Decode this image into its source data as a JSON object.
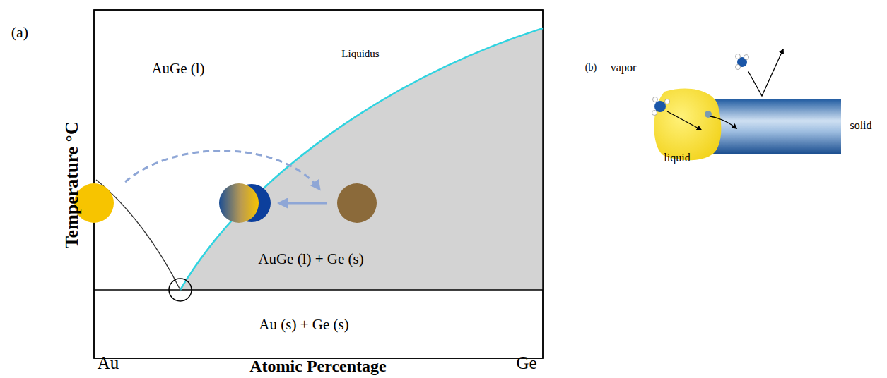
{
  "diagram": {
    "labels": [
      "(a)",
      "Liquidus",
      "AuGe (l)",
      "AuGe (l) + Ge (s)",
      "Au (s) + Ge (s)",
      "Temperature °C",
      "Au",
      "Atomic Percentage",
      "Ge",
      "(b)",
      "vapor",
      "liquid",
      "solid"
    ]
  }
}
